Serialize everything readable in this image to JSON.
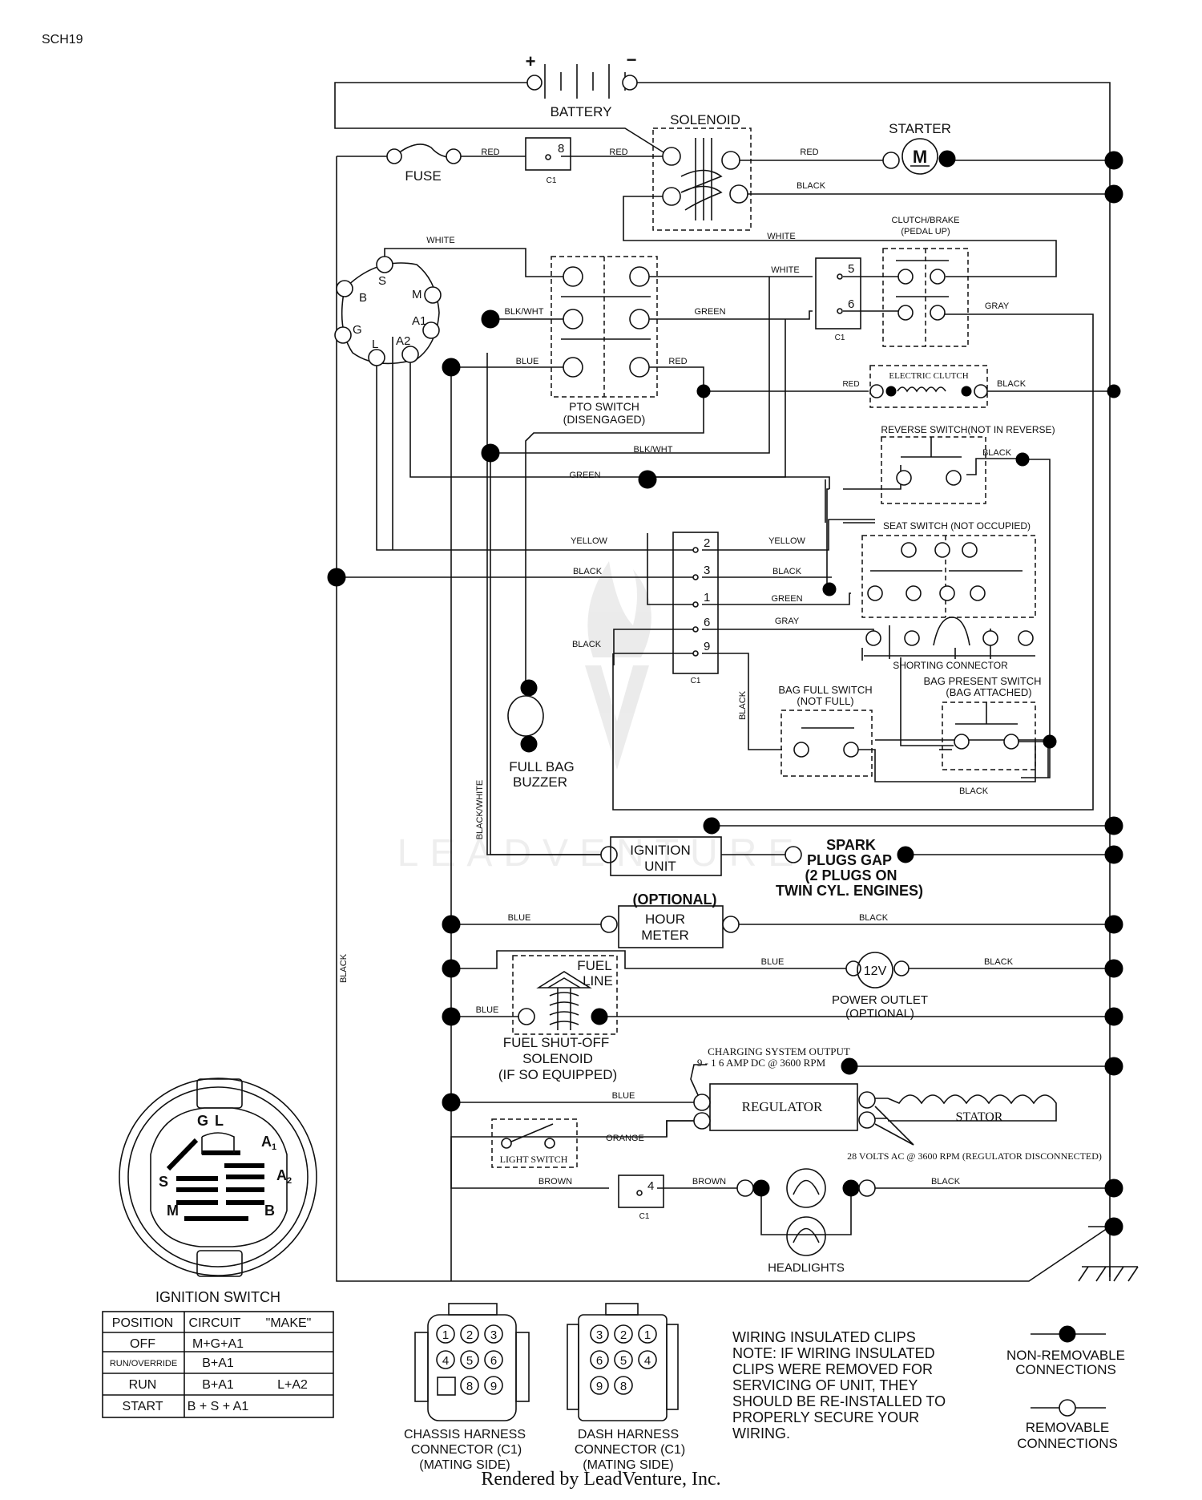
{
  "page_code": "SCH19",
  "components": {
    "battery": "BATTERY",
    "battery_plus": "+",
    "battery_minus": "−",
    "solenoid": "SOLENOID",
    "starter": "STARTER",
    "starter_m": "M",
    "fuse": "FUSE",
    "c1": "C1",
    "pto_switch": "PTO SWITCH",
    "pto_state": "(DISENGAGED)",
    "clutch_brake": "CLUTCH/BRAKE",
    "clutch_brake_state": "(PEDAL UP)",
    "electric_clutch": "ELECTRIC CLUTCH",
    "reverse_switch": "REVERSE SWITCH(NOT IN REVERSE)",
    "seat_switch": "SEAT SWITCH (NOT OCCUPIED)",
    "shorting_connector": "SHORTING CONNECTOR",
    "bag_full_switch": "BAG FULL SWITCH",
    "bag_full_state": "(NOT FULL)",
    "bag_present_switch": "BAG PRESENT SWITCH",
    "bag_present_state": "(BAG ATTACHED)",
    "full_bag_buzzer_1": "FULL BAG",
    "full_bag_buzzer_2": "BUZZER",
    "ignition_unit_1": "IGNITION",
    "ignition_unit_2": "UNIT",
    "spark_1": "SPARK",
    "spark_2": "PLUGS GAP",
    "spark_3": "(2 PLUGS ON",
    "spark_4": "TWIN CYL. ENGINES)",
    "optional": "(OPTIONAL)",
    "hour_meter_1": "HOUR",
    "hour_meter_2": "METER",
    "fuel_line_1": "FUEL",
    "fuel_line_2": "LINE",
    "fuel_solenoid_1": "FUEL SHUT-OFF",
    "fuel_solenoid_2": "SOLENOID",
    "fuel_solenoid_3": "(IF SO EQUIPPED)",
    "power_outlet_12v": "12V",
    "power_outlet_1": "POWER OUTLET",
    "power_outlet_2": "(OPTIONAL)",
    "charging_1": "CHARGING SYSTEM OUTPUT",
    "charging_2": "9 - 1 6 AMP DC @ 3600 RPM",
    "regulator": "REGULATOR",
    "stator": "STATOR",
    "stator_note": "28 VOLTS AC @ 3600 RPM (REGULATOR DISCONNECTED)",
    "light_switch": "LIGHT SWITCH",
    "headlights": "HEADLIGHTS"
  },
  "pins": {
    "p8": "8",
    "p5": "5",
    "p6": "6",
    "p2": "2",
    "p3": "3",
    "p1": "1",
    "p9": "9",
    "p4": "4",
    "ign_b": "B",
    "ign_s": "S",
    "ign_m": "M",
    "ign_g": "G",
    "ign_a1": "A1",
    "ign_l": "L",
    "ign_a2": "A2"
  },
  "wires": {
    "red": "RED",
    "black": "BLACK",
    "white": "WHITE",
    "blkwht": "BLK/WHT",
    "green": "GREEN",
    "blue": "BLUE",
    "gray": "GRAY",
    "yellow": "YELLOW",
    "black_white": "BLACK/WHITE",
    "orange": "ORANGE",
    "brown": "BROWN"
  },
  "ignition_switch": {
    "title": "IGNITION SWITCH",
    "face_g": "G",
    "face_l": "L",
    "face_a1": "A",
    "face_a1_sub": "1",
    "face_s": "S",
    "face_a2": "A",
    "face_a2_sub": "2",
    "face_m": "M",
    "face_b": "B",
    "headers": [
      "POSITION",
      "CIRCUIT",
      "\"MAKE\""
    ],
    "rows": [
      {
        "position": "OFF",
        "circuit": "M+G+A1",
        "make": ""
      },
      {
        "position": "RUN/OVERRIDE",
        "circuit": "B+A1",
        "make": ""
      },
      {
        "position": "RUN",
        "circuit": "B+A1",
        "make": "L+A2"
      },
      {
        "position": "START",
        "circuit": "B + S + A1",
        "make": ""
      }
    ]
  },
  "connectors": {
    "chassis_1": "CHASSIS HARNESS",
    "chassis_2": "CONNECTOR (C1)",
    "chassis_3": "(MATING SIDE)",
    "chassis_pins": [
      "1",
      "2",
      "3",
      "4",
      "5",
      "6",
      "8",
      "9"
    ],
    "dash_1": "DASH HARNESS",
    "dash_2": "CONNECTOR (C1)",
    "dash_3": "(MATING SIDE)",
    "dash_pins": [
      "3",
      "2",
      "1",
      "6",
      "5",
      "4",
      "9",
      "8"
    ]
  },
  "notes": {
    "line1": "WIRING INSULATED CLIPS",
    "line2": "NOTE: IF WIRING INSULATED",
    "line3": "CLIPS WERE REMOVED FOR",
    "line4": "SERVICING OF UNIT, THEY",
    "line5": "SHOULD BE RE-INSTALLED TO",
    "line6": "PROPERLY SECURE YOUR",
    "line7": "WIRING."
  },
  "legend": {
    "nonrem_1": "NON-REMOVABLE",
    "nonrem_2": "CONNECTIONS",
    "rem_1": "REMOVABLE",
    "rem_2": "CONNECTIONS"
  },
  "watermark": "LEADVENTURE",
  "footer": "Rendered by LeadVenture, Inc."
}
